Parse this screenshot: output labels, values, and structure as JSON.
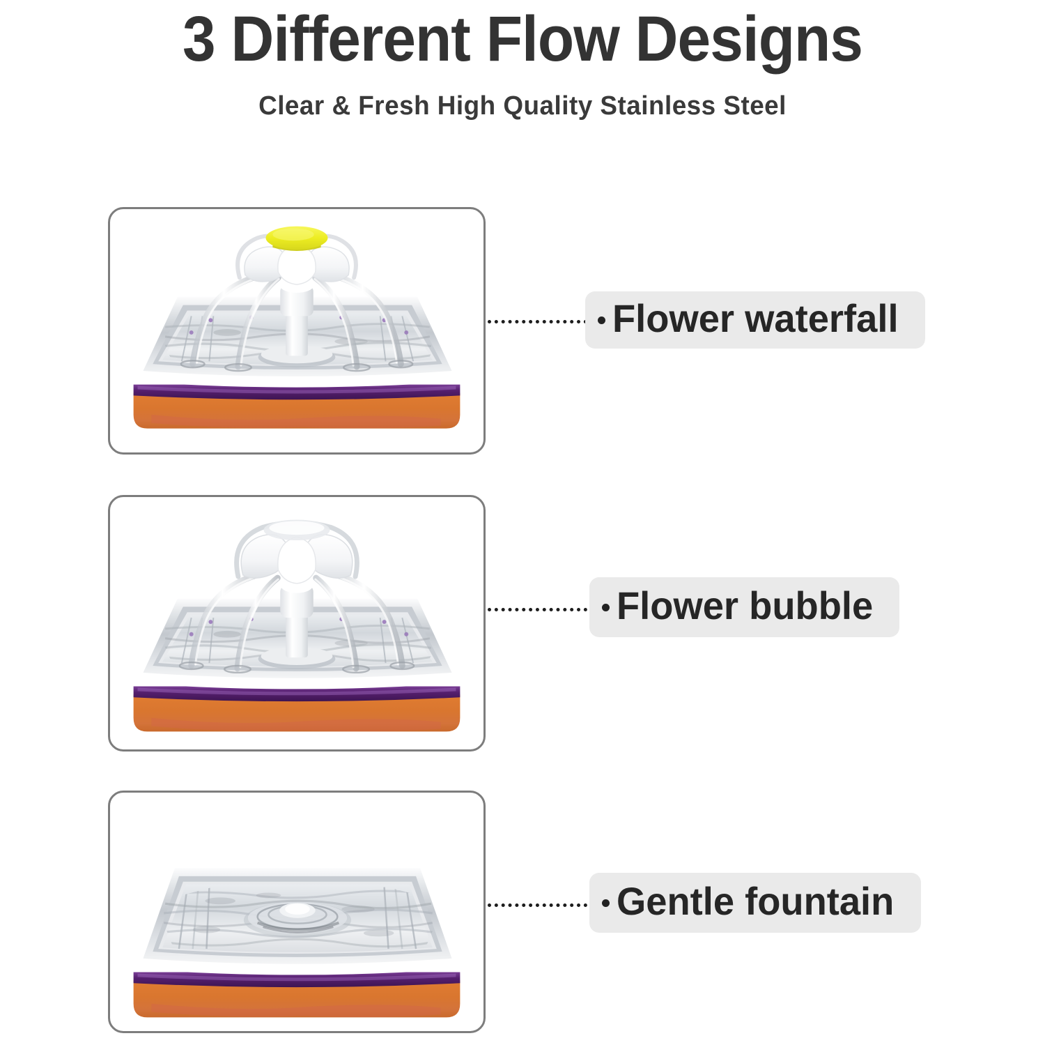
{
  "header": {
    "title": "3 Different Flow Designs",
    "subtitle": "Clear & Fresh High Quality Stainless Steel"
  },
  "colors": {
    "title_text": "#333333",
    "label_background": "#eaeaea",
    "label_text": "#262626",
    "frame_border": "#7d7d7d",
    "connector": "#1d1d1d",
    "cap_yellow": "#eded22",
    "base_purple": "#551f6e",
    "base_orange": "#d9762f",
    "steel_light": "#f2f3f4",
    "steel_mid": "#c9ccd0",
    "steel_dark": "#9aa0a6",
    "accent_purple_dot": "#8a5fb0",
    "page_background": "#ffffff"
  },
  "designs": [
    {
      "id": "flower-waterfall",
      "label": "Flower waterfall",
      "has_yellow_cap": true,
      "has_petals": true,
      "has_water_arcs": true,
      "cap_color": "#eded22"
    },
    {
      "id": "flower-bubble",
      "label": "Flower bubble",
      "has_yellow_cap": false,
      "has_petals": true,
      "has_water_arcs": true,
      "cap_color": ""
    },
    {
      "id": "gentle-fountain",
      "label": "Gentle fountain",
      "has_yellow_cap": false,
      "has_petals": false,
      "has_water_arcs": false,
      "cap_color": ""
    }
  ]
}
